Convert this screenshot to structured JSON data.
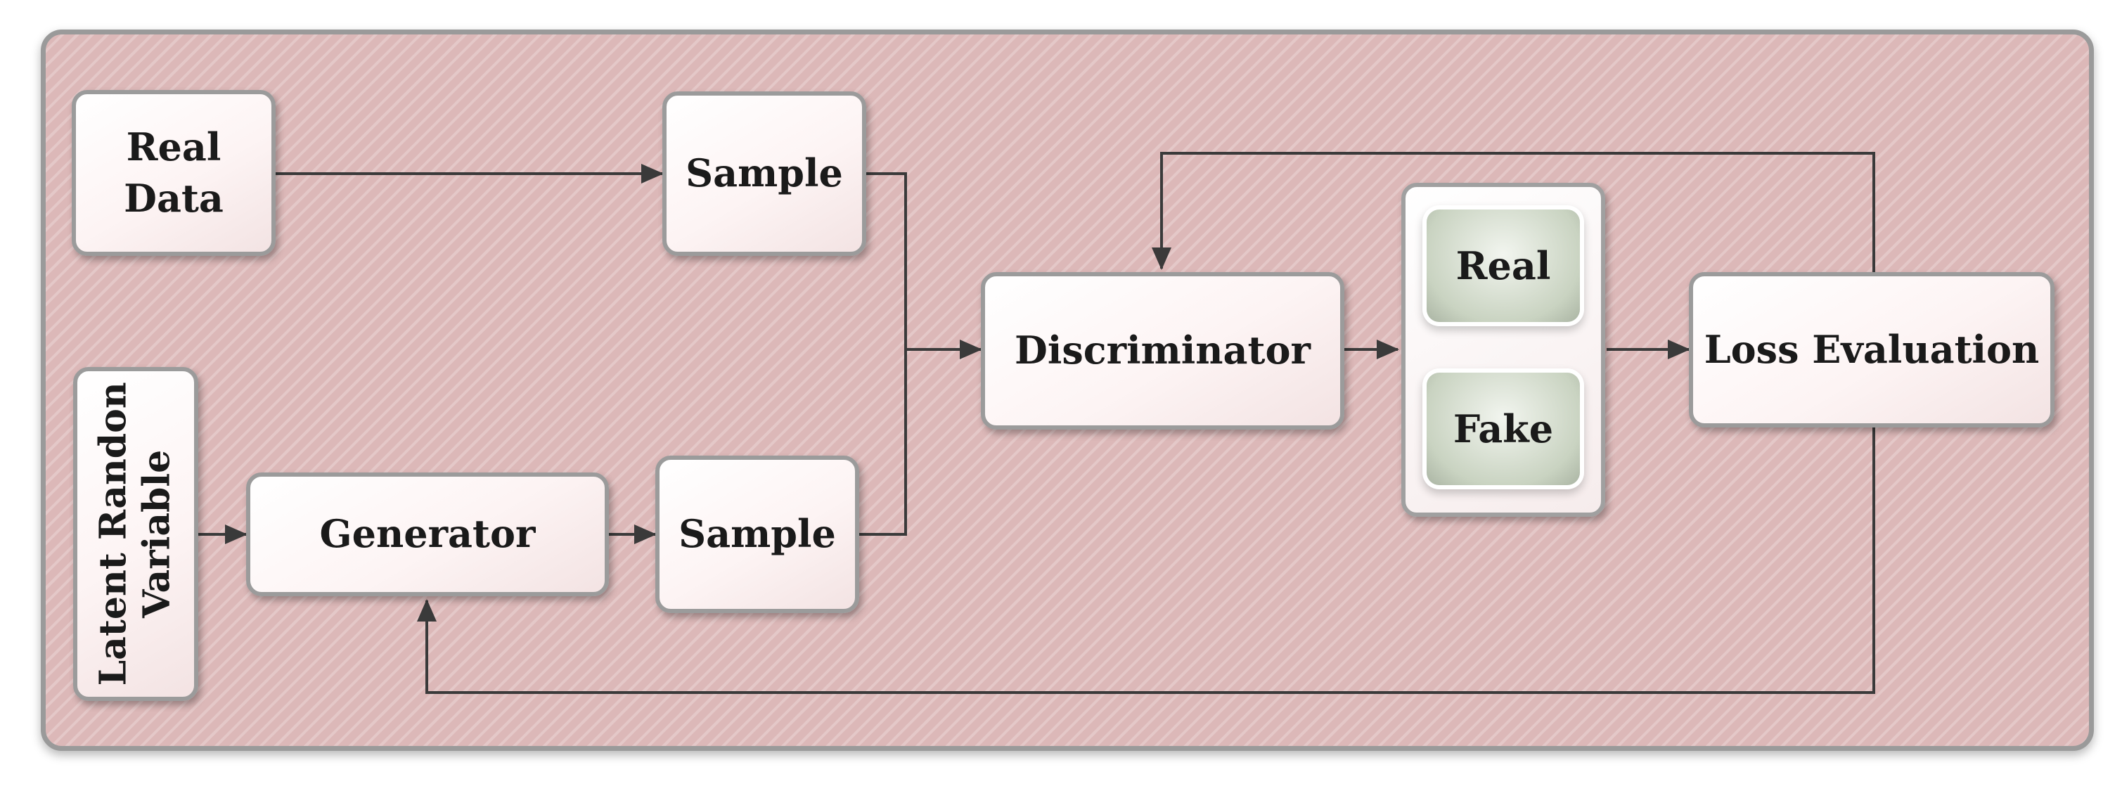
{
  "nodes": {
    "real_data": {
      "line1": "Real",
      "line2": "Data"
    },
    "sample_top": "Sample",
    "latent_random_variable": {
      "line1": "Latent Randon",
      "line2": "Variable"
    },
    "generator": "Generator",
    "sample_bottom": "Sample",
    "discriminator": "Discriminator",
    "output_real": "Real",
    "output_fake": "Fake",
    "loss_evaluation": "Loss Evaluation"
  },
  "edges": [
    {
      "from": "real_data",
      "to": "sample_top"
    },
    {
      "from": "sample_top",
      "to": "discriminator"
    },
    {
      "from": "latent_random_variable",
      "to": "generator"
    },
    {
      "from": "generator",
      "to": "sample_bottom"
    },
    {
      "from": "sample_bottom",
      "to": "discriminator"
    },
    {
      "from": "discriminator",
      "to": "real_fake_output"
    },
    {
      "from": "real_fake_output",
      "to": "loss_evaluation"
    },
    {
      "from": "loss_evaluation",
      "to": "discriminator"
    },
    {
      "from": "loss_evaluation",
      "to": "generator"
    }
  ],
  "colors": {
    "background": "#dcb8b8",
    "border": "#9a9a9a",
    "line": "#3a3a3a",
    "output_fill": "#c9d3c1"
  }
}
